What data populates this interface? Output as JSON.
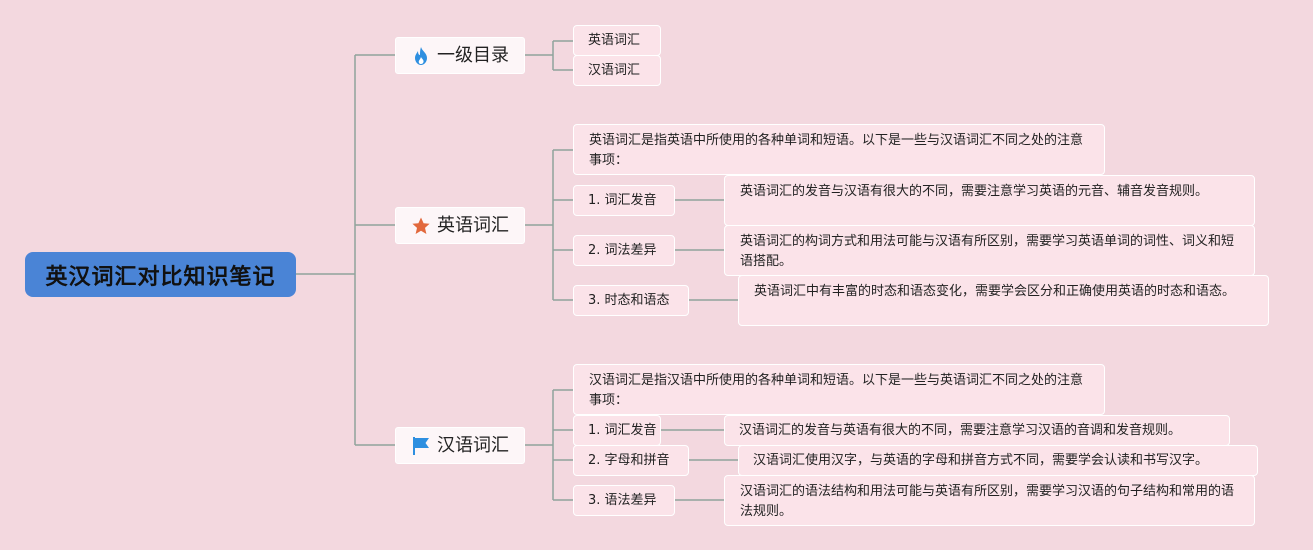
{
  "root": {
    "title": "英汉词汇对比知识笔记"
  },
  "branches": [
    {
      "label": "一级目录",
      "icon": "flame-icon",
      "children": [
        {
          "label": "英语词汇"
        },
        {
          "label": "汉语词汇"
        }
      ]
    },
    {
      "label": "英语词汇",
      "icon": "star-icon",
      "intro": "英语词汇是指英语中所使用的各种单词和短语。以下是一些与汉语词汇不同之处的注意事项：",
      "items": [
        {
          "label": "1. 词汇发音",
          "detail": "英语词汇的发音与汉语有很大的不同，需要注意学习英语的元音、辅音发音规则。"
        },
        {
          "label": "2. 词法差异",
          "detail": "英语词汇的构词方式和用法可能与汉语有所区别，需要学习英语单词的词性、词义和短语搭配。"
        },
        {
          "label": "3. 时态和语态",
          "detail": "英语词汇中有丰富的时态和语态变化，需要学会区分和正确使用英语的时态和语态。"
        }
      ]
    },
    {
      "label": "汉语词汇",
      "icon": "flag-icon",
      "intro": "汉语词汇是指汉语中所使用的各种单词和短语。以下是一些与英语词汇不同之处的注意事项：",
      "items": [
        {
          "label": "1. 词汇发音",
          "detail": "汉语词汇的发音与英语有很大的不同，需要注意学习汉语的音调和发音规则。"
        },
        {
          "label": "2. 字母和拼音",
          "detail": "汉语词汇使用汉字，与英语的字母和拼音方式不同，需要学会认读和书写汉字。"
        },
        {
          "label": "3. 语法差异",
          "detail": "汉语词汇的语法结构和用法可能与英语有所区别，需要学习汉语的句子结构和常用的语法规则。"
        }
      ]
    }
  ],
  "colors": {
    "background": "#f3d8df",
    "root": "#4a84d6",
    "connector": "#8fa39c",
    "flame": "#2e8fe0",
    "star": "#e2683c",
    "flag": "#2e8fe0"
  }
}
